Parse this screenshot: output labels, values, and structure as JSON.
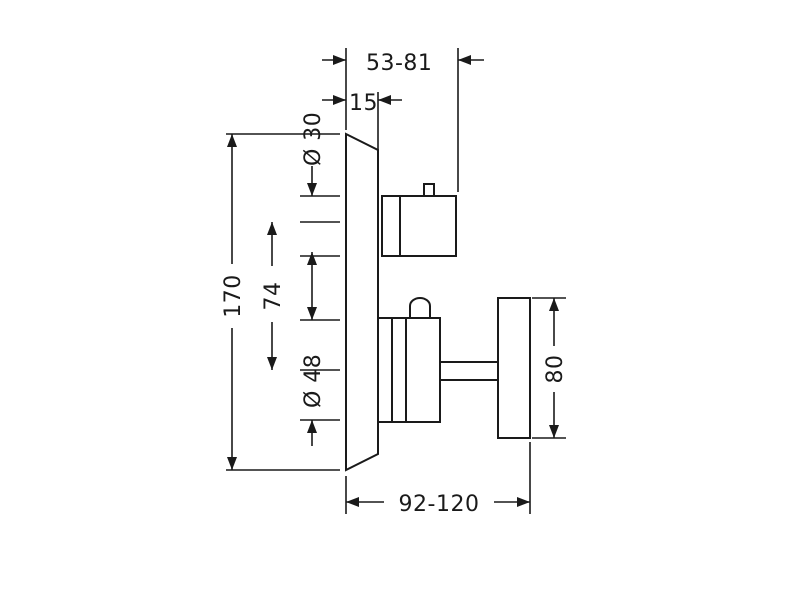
{
  "dimensions": {
    "depth_range_upper": "53-81",
    "plate_depth": "15",
    "diameter_upper": "Ø 30",
    "diameter_lower": "Ø 48",
    "overall_height": "170",
    "center_distance": "74",
    "handle_height": "80",
    "depth_range_lower": "92-120"
  }
}
